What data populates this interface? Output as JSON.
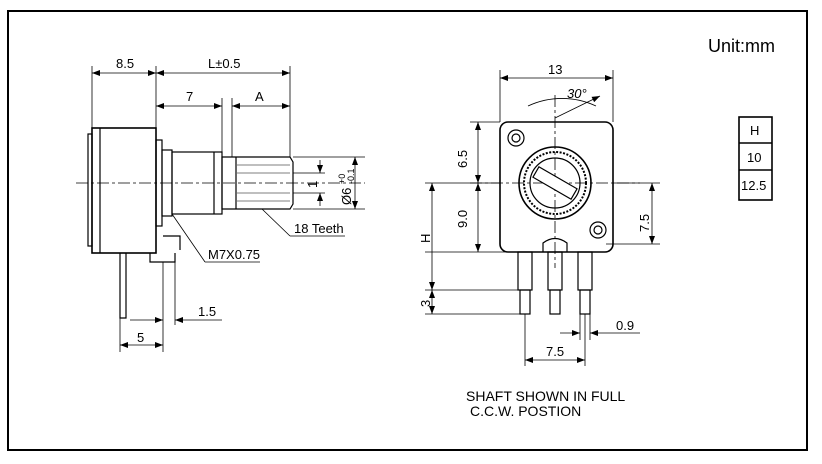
{
  "unit_label": "Unit:mm",
  "side_view": {
    "dim_shaft_base": "8.5",
    "dim_shaft_length": "L±0.5",
    "dim_shaft_7": "7",
    "dim_shaft_a": "A",
    "dim_diameter": "Ø6",
    "dim_diameter_tol_upper": "+0",
    "dim_diameter_tol_lower": "-0.1",
    "dim_flat": "1",
    "label_teeth": "18 Teeth",
    "label_thread": "M7X0.75",
    "dim_pin_offset": "1.5",
    "dim_pin_5": "5"
  },
  "front_view": {
    "dim_width": "13",
    "dim_angle": "30°",
    "dim_top": "6.5",
    "dim_h": "H",
    "dim_9": "9.0",
    "dim_7_5_right": "7.5",
    "dim_3": "3",
    "dim_0_9": "0.9",
    "dim_pin_spacing": "7.5"
  },
  "h_table": {
    "header": "H",
    "rows": [
      "10",
      "12.5"
    ]
  },
  "caption": {
    "line1": "SHAFT SHOWN IN FULL",
    "line2": "C.C.W. POSTION"
  }
}
